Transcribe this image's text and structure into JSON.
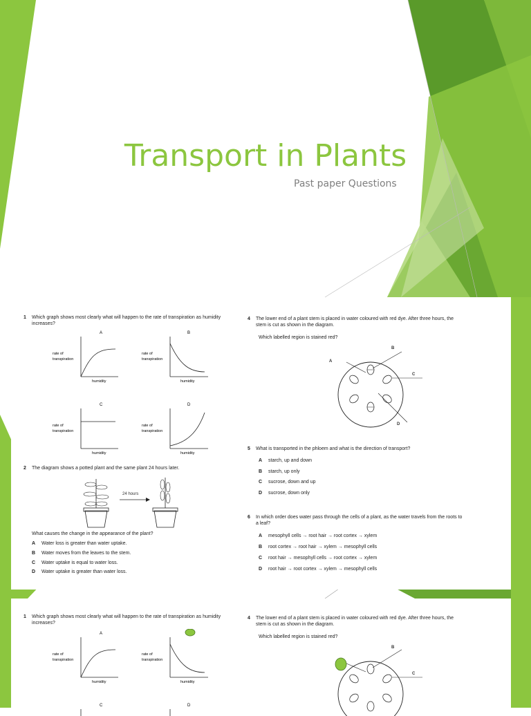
{
  "slide": {
    "title": "Transport in Plants",
    "subtitle": "Past paper Questions"
  },
  "colors": {
    "accent": "#8cc63f",
    "dark_green": "#5a9a2a",
    "mid_green": "#7db83a"
  },
  "q1": {
    "number": "1",
    "text_line1": "Which graph shows most clearly what will happen to the rate of transpiration as humidity",
    "text_line2": "increases?",
    "y_label_1": "rate of",
    "y_label_2": "transpiration",
    "x_label": "humidity",
    "graphs": [
      "A",
      "B",
      "C",
      "D"
    ]
  },
  "q2": {
    "number": "2",
    "text": "The diagram shows a potted plant and the same plant 24 hours later.",
    "arrow_label": "24 hours",
    "question": "What causes the change in the appearance of the plant?",
    "options": [
      {
        "letter": "A",
        "text": "Water loss is greater than water uptake."
      },
      {
        "letter": "B",
        "text": "Water moves from the leaves to the stem."
      },
      {
        "letter": "C",
        "text": "Water uptake is equal to water loss."
      },
      {
        "letter": "D",
        "text": "Water uptake is greater than water loss."
      }
    ]
  },
  "q4": {
    "number": "4",
    "text_line1": "The lower end of a plant stem is placed in water coloured with red dye. After three hours, the",
    "text_line2": "stem is cut as shown in the diagram.",
    "question": "Which labelled region is stained red?",
    "labels": [
      "A",
      "B",
      "C",
      "D"
    ]
  },
  "q5": {
    "number": "5",
    "text": "What is transported in the phloem and what is the direction of transport?",
    "options": [
      {
        "letter": "A",
        "text": "starch, up and down"
      },
      {
        "letter": "B",
        "text": "starch, up only"
      },
      {
        "letter": "C",
        "text": "sucrose, down and up"
      },
      {
        "letter": "D",
        "text": "sucrose, down only"
      }
    ]
  },
  "q6": {
    "number": "6",
    "text_line1": "In which order does water pass through the cells of a plant, as the water travels from the roots to",
    "text_line2": "a leaf?",
    "options": [
      {
        "letter": "A",
        "text": "mesophyll cells → root hair → root cortex → xylem"
      },
      {
        "letter": "B",
        "text": "root cortex → root hair → xylem → mesophyll cells"
      },
      {
        "letter": "C",
        "text": "root hair → mesophyll cells → root cortex → xylem"
      },
      {
        "letter": "D",
        "text": "root hair → root cortex → xylem → mesophyll cells"
      }
    ]
  }
}
